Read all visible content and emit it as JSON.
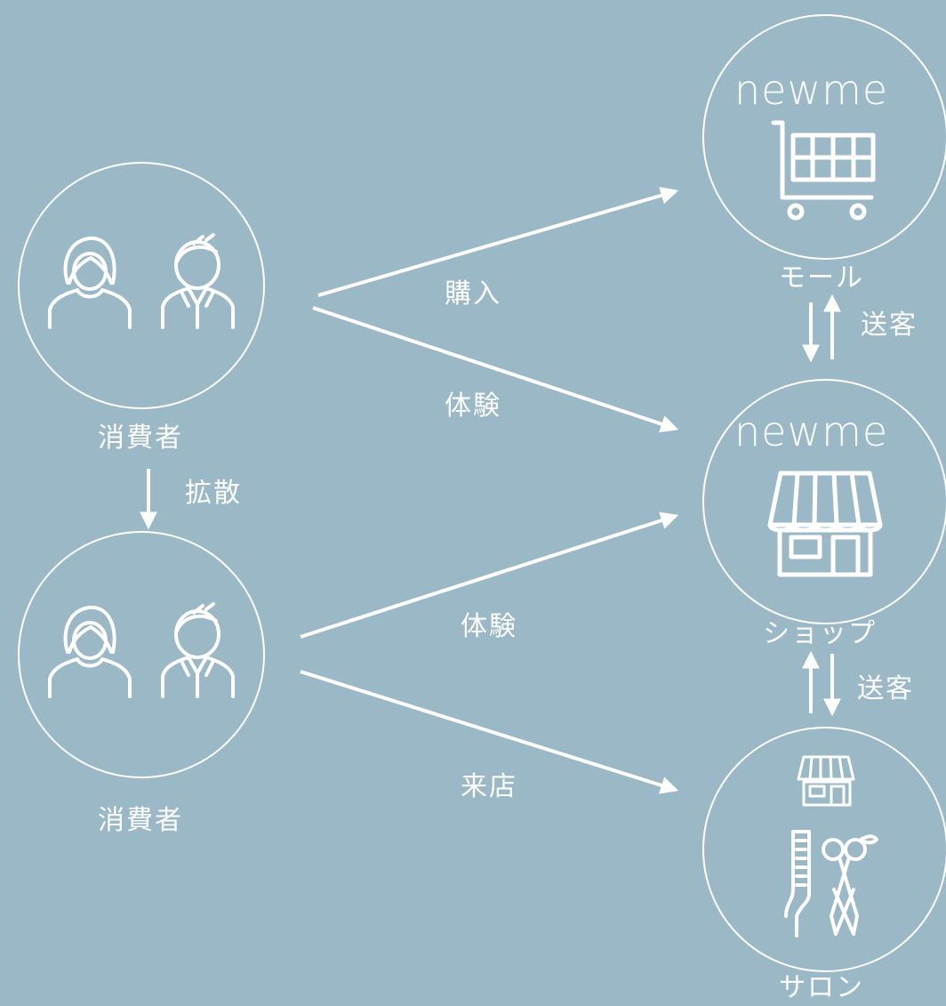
{
  "nodes": {
    "consumer_top": {
      "label": "消費者"
    },
    "consumer_bottom": {
      "label": "消費者"
    },
    "mall": {
      "label": "モール",
      "brand": "newme"
    },
    "shop": {
      "label": "ショップ",
      "brand": "newme"
    },
    "salon": {
      "label": "サロン"
    }
  },
  "edges": {
    "purchase": "購入",
    "experience_top": "体験",
    "experience_bottom": "体験",
    "visit": "来店",
    "spread": "拡散",
    "send_mall_shop": "送客",
    "send_shop_salon": "送客"
  },
  "colors": {
    "background": "#9bb8c6",
    "stroke": "#ffffff"
  },
  "icons": [
    "people-icon",
    "cart-icon",
    "storefront-icon",
    "comb-icon",
    "scissors-icon",
    "arrow-icon"
  ]
}
